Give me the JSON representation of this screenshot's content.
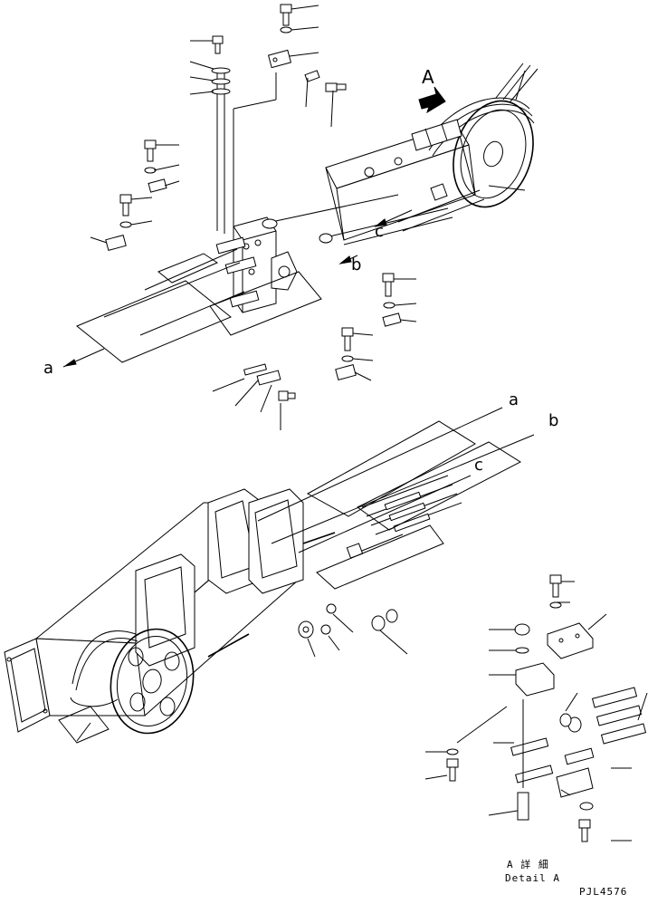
{
  "callouts": {
    "view_arrow": "A",
    "a_upper": "a",
    "b_upper": "b",
    "c_upper": "c",
    "a_lower": "a",
    "b_lower": "b",
    "c_lower": "c"
  },
  "detail": {
    "caption_jp": "A 詳 細",
    "caption_en": "Detail A"
  },
  "drawing_number": "PJL4576"
}
